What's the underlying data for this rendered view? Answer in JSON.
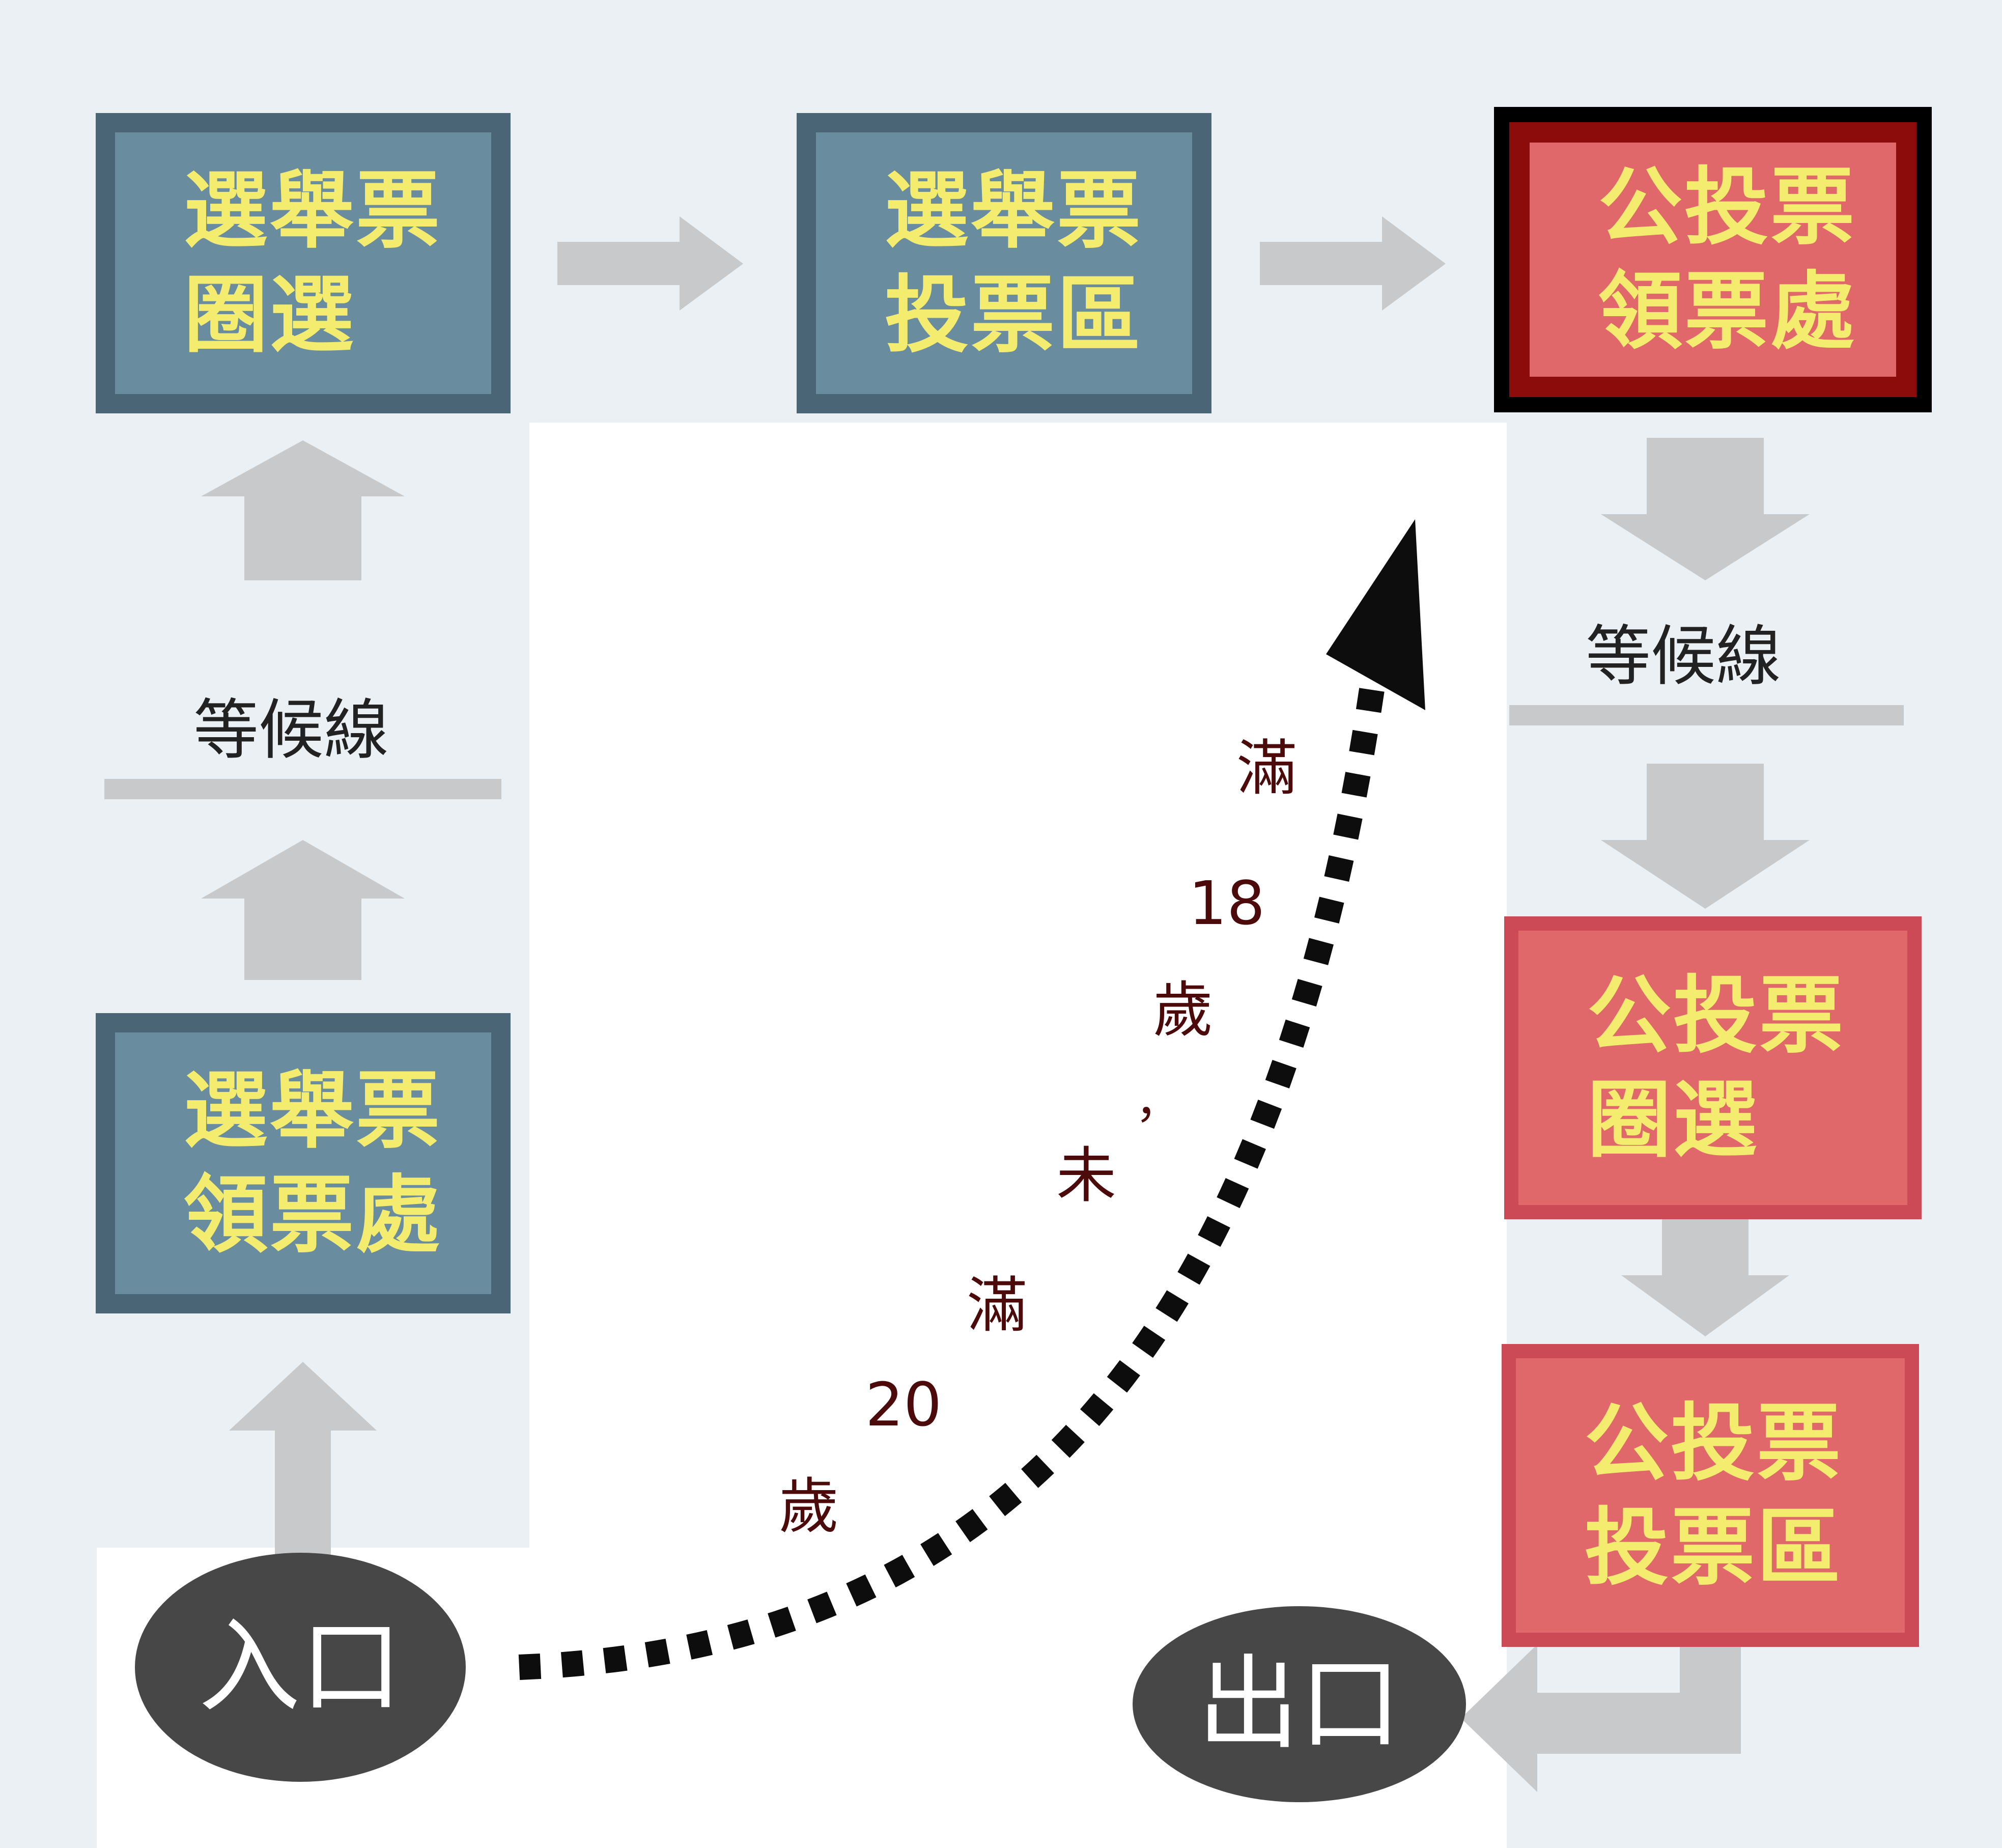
{
  "boxes": {
    "ballot_circle_1": [
      "選舉票",
      "圈選"
    ],
    "ballot_box_1": [
      "選舉票",
      "投票區"
    ],
    "ref_pickup": [
      "公投票",
      "領票處"
    ],
    "ballot_pickup": [
      "選舉票",
      "領票處"
    ],
    "ref_circle": [
      "公投票",
      "圈選"
    ],
    "ref_box": [
      "公投票",
      "投票區"
    ]
  },
  "wait_line_left": "等候線",
  "wait_line_right": "等候線",
  "entrance": "入口",
  "exit": "出口",
  "age_path": {
    "c1": "滿",
    "c2": "18",
    "c3": "歲",
    "c4": "，",
    "c5": "未",
    "c6": "滿",
    "c7": "20",
    "c8": "歲"
  },
  "colors": {
    "blue_fill": "#6a8c9f",
    "red_fill": "#e0676a",
    "label_yellow": "#f4ec6e",
    "highlight_border": "#8c0c0c",
    "age_text": "#4d0a0a"
  }
}
